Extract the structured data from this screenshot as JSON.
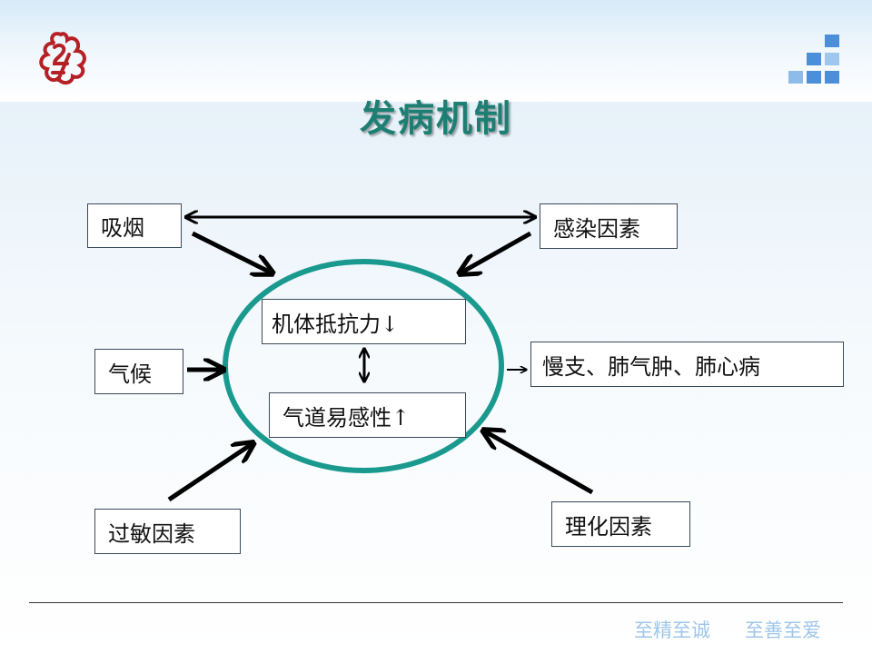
{
  "slide": {
    "title": "发病机制",
    "footer": {
      "motto_left": "至精至诚",
      "motto_right": "至善至爱"
    },
    "colors": {
      "title": "#1d7f73",
      "ellipse": "#1a9a8f",
      "logo": "#b52025",
      "blocks": "#4a8fd8",
      "footer_text": "#9fc6e8"
    }
  },
  "diagram": {
    "causes": {
      "smoking": "吸烟",
      "infection": "感染因素",
      "climate": "气候",
      "allergy": "过敏因素",
      "physchem": "理化因素"
    },
    "center": {
      "resistance": "机体抵抗力↓",
      "airway": "气道易感性↑"
    },
    "outcome": "慢支、肺气肿、肺心病"
  }
}
